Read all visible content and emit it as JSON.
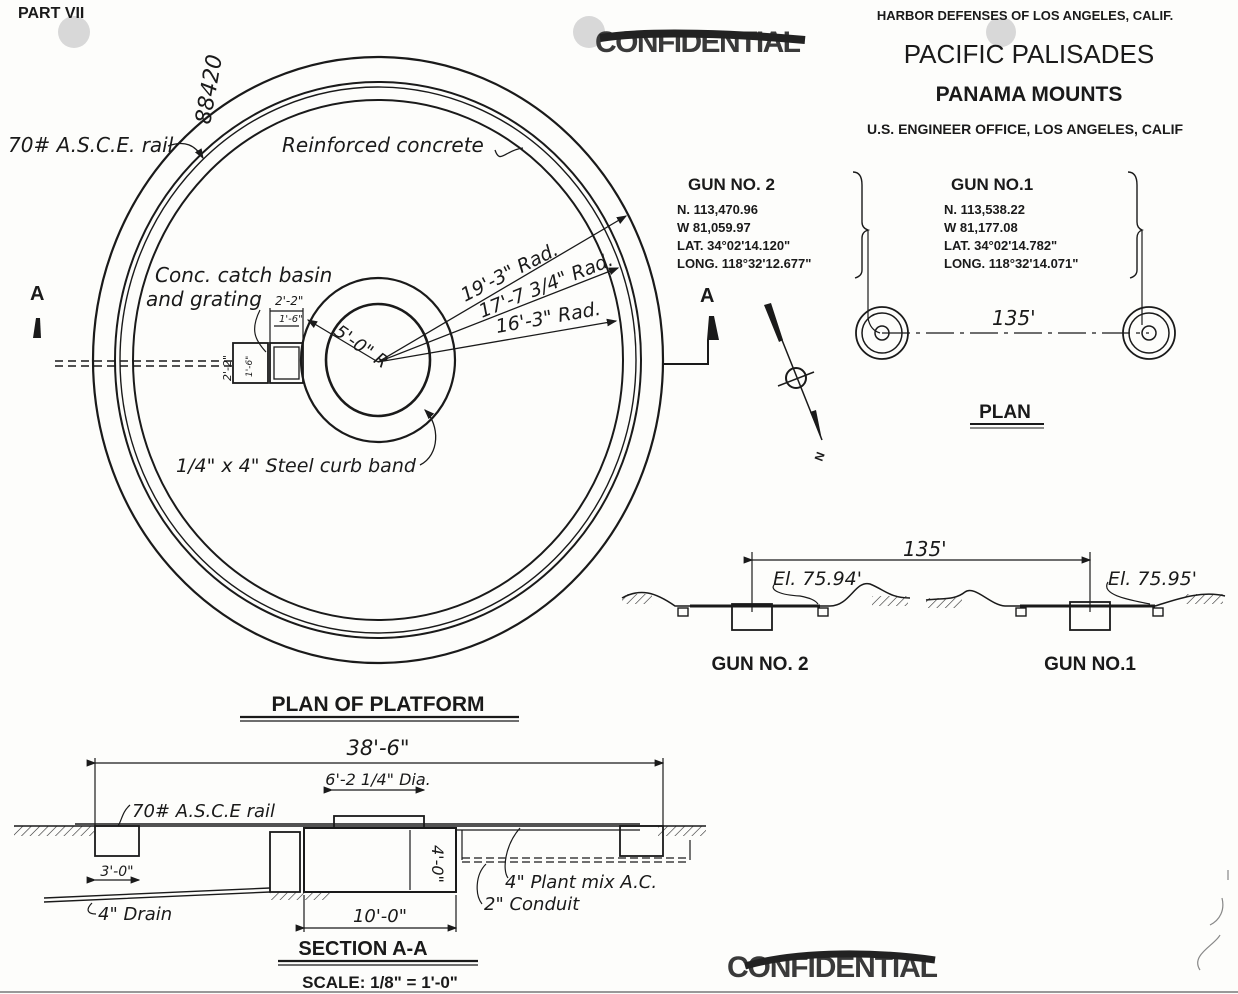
{
  "header": {
    "part": "PART VII",
    "drawing_number": "88420",
    "stamp": "CONFIDENTIAL",
    "agency": "HARBOR DEFENSES OF LOS ANGELES, CALIF.",
    "title": "PACIFIC PALISADES",
    "subtitle": "PANAMA MOUNTS",
    "office": "U.S. ENGINEER OFFICE, LOS ANGELES, CALIF"
  },
  "guns": [
    {
      "name": "GUN NO. 2",
      "north": "N. 113,470.96",
      "west": "W 81,059.97",
      "lat": "LAT. 34°02'14.120\"",
      "long": "LONG. 118°32'12.677\""
    },
    {
      "name": "GUN NO.1",
      "north": "N. 113,538.22",
      "west": "W 81,177.08",
      "lat": "LAT. 34°02'14.782\"",
      "long": "LONG. 118°32'14.071\""
    }
  ],
  "plan": {
    "title": "PLAN",
    "spacing": "135'",
    "north_label": "N"
  },
  "profile": {
    "spacing": "135'",
    "gun2_elev": "El. 75.94'",
    "gun1_elev": "El. 75.95'",
    "gun2_label": "GUN NO. 2",
    "gun1_label": "GUN NO.1"
  },
  "platform_plan": {
    "title": "PLAN OF PLATFORM",
    "section_marker": "A",
    "rail_label": "70# A.S.C.E. rail",
    "concrete_label": "Reinforced concrete",
    "radius_outer": "19'-3\" Rad.",
    "radius_middle": "17'-7 3/4\" Rad.",
    "radius_inner": "16'-3\" Rad.",
    "center_radius": "5'-0\" R",
    "basin_label_1": "Conc. catch basin",
    "basin_label_2": "and grating",
    "basin_width": "2'-2\"",
    "basin_inner": "1'-6\"",
    "basin_height": "2'-2\"",
    "basin_inner_height": "1'-6\"",
    "curb_label": "1/4\" x 4\" Steel curb band"
  },
  "section": {
    "title": "SECTION A-A",
    "scale": "SCALE: 1/8\" = 1'-0\"",
    "overall_width": "38'-6\"",
    "pier_dia": "6'-2 1/4\" Dia.",
    "rail_label": "70# A.S.C.E rail",
    "footing_width": "3'-0\"",
    "pier_depth": "4'-0\"",
    "pier_width": "10'-0\"",
    "pavement": "4\" Plant mix A.C.",
    "conduit": "2\" Conduit",
    "drain": "4\" Drain"
  }
}
